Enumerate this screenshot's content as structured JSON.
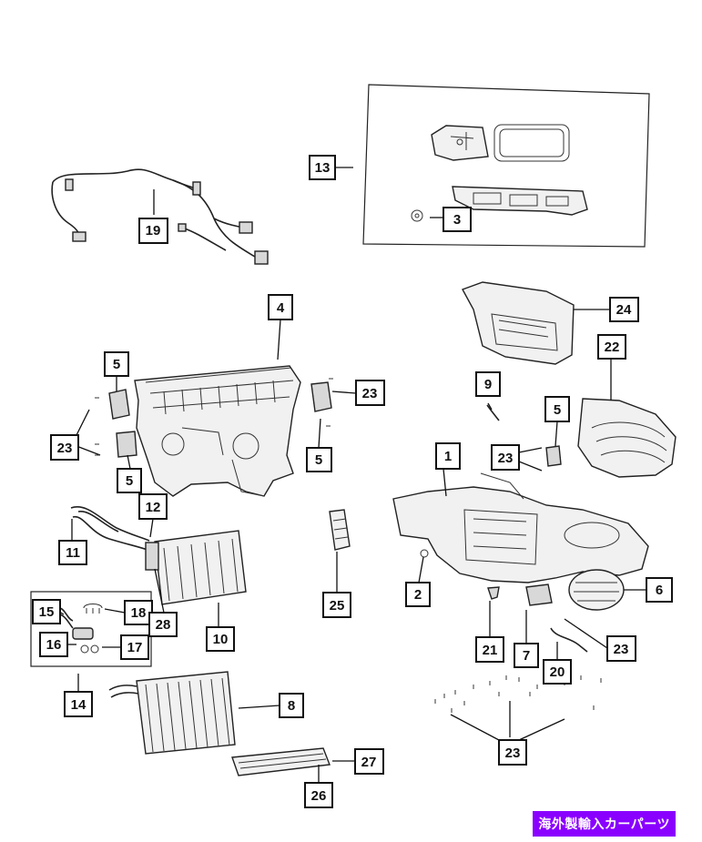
{
  "callouts": {
    "c1": "1",
    "c2": "2",
    "c3": "3",
    "c4": "4",
    "c5a": "5",
    "c5b": "5",
    "c5c": "5",
    "c5d": "5",
    "c6": "6",
    "c7": "7",
    "c8": "8",
    "c9": "9",
    "c10": "10",
    "c11": "11",
    "c12": "12",
    "c13": "13",
    "c14": "14",
    "c15": "15",
    "c16": "16",
    "c17": "17",
    "c18": "18",
    "c19": "19",
    "c20": "20",
    "c21": "21",
    "c22": "22",
    "c23a": "23",
    "c23b": "23",
    "c23c": "23",
    "c23d": "23",
    "c23e": "23",
    "c24": "24",
    "c25": "25",
    "c26": "26",
    "c27": "27",
    "c28": "28"
  },
  "badge": {
    "text": "海外製輸入カーパーツ"
  },
  "colors": {
    "badge_bg": "#8a00ff",
    "line": "#111111"
  }
}
